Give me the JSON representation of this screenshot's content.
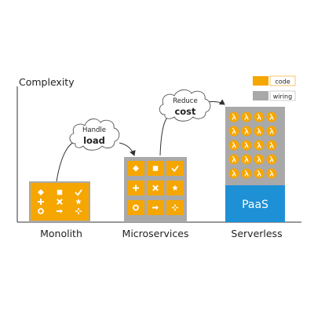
{
  "axis": {
    "label": "Complexity"
  },
  "legend": {
    "items": [
      {
        "label": "code",
        "color": "#f6a600"
      },
      {
        "label": "wiring",
        "color": "#a9a9a9"
      }
    ]
  },
  "colors": {
    "code": "#f6a600",
    "wiring": "#a9a9a9",
    "paas": "#1e90d6",
    "line": "#333333"
  },
  "architectures": [
    {
      "name": "Monolith",
      "icons": [
        "diamond-icon",
        "square-icon",
        "check-icon",
        "plus-icon",
        "x-icon",
        "star-icon",
        "circle-icon",
        "arrow-right-icon",
        "sparkle-icon"
      ]
    },
    {
      "name": "Microservices",
      "icons": [
        "diamond-icon",
        "square-icon",
        "check-icon",
        "plus-icon",
        "x-icon",
        "star-icon",
        "circle-icon",
        "arrow-right-icon",
        "sparkle-icon"
      ]
    },
    {
      "name": "Serverless",
      "function_icon": "lambda-icon",
      "platform_label": "PaaS"
    }
  ],
  "transitions": [
    {
      "line1": "Handle",
      "line2": "load"
    },
    {
      "line1": "Reduce",
      "line2": "cost"
    }
  ]
}
